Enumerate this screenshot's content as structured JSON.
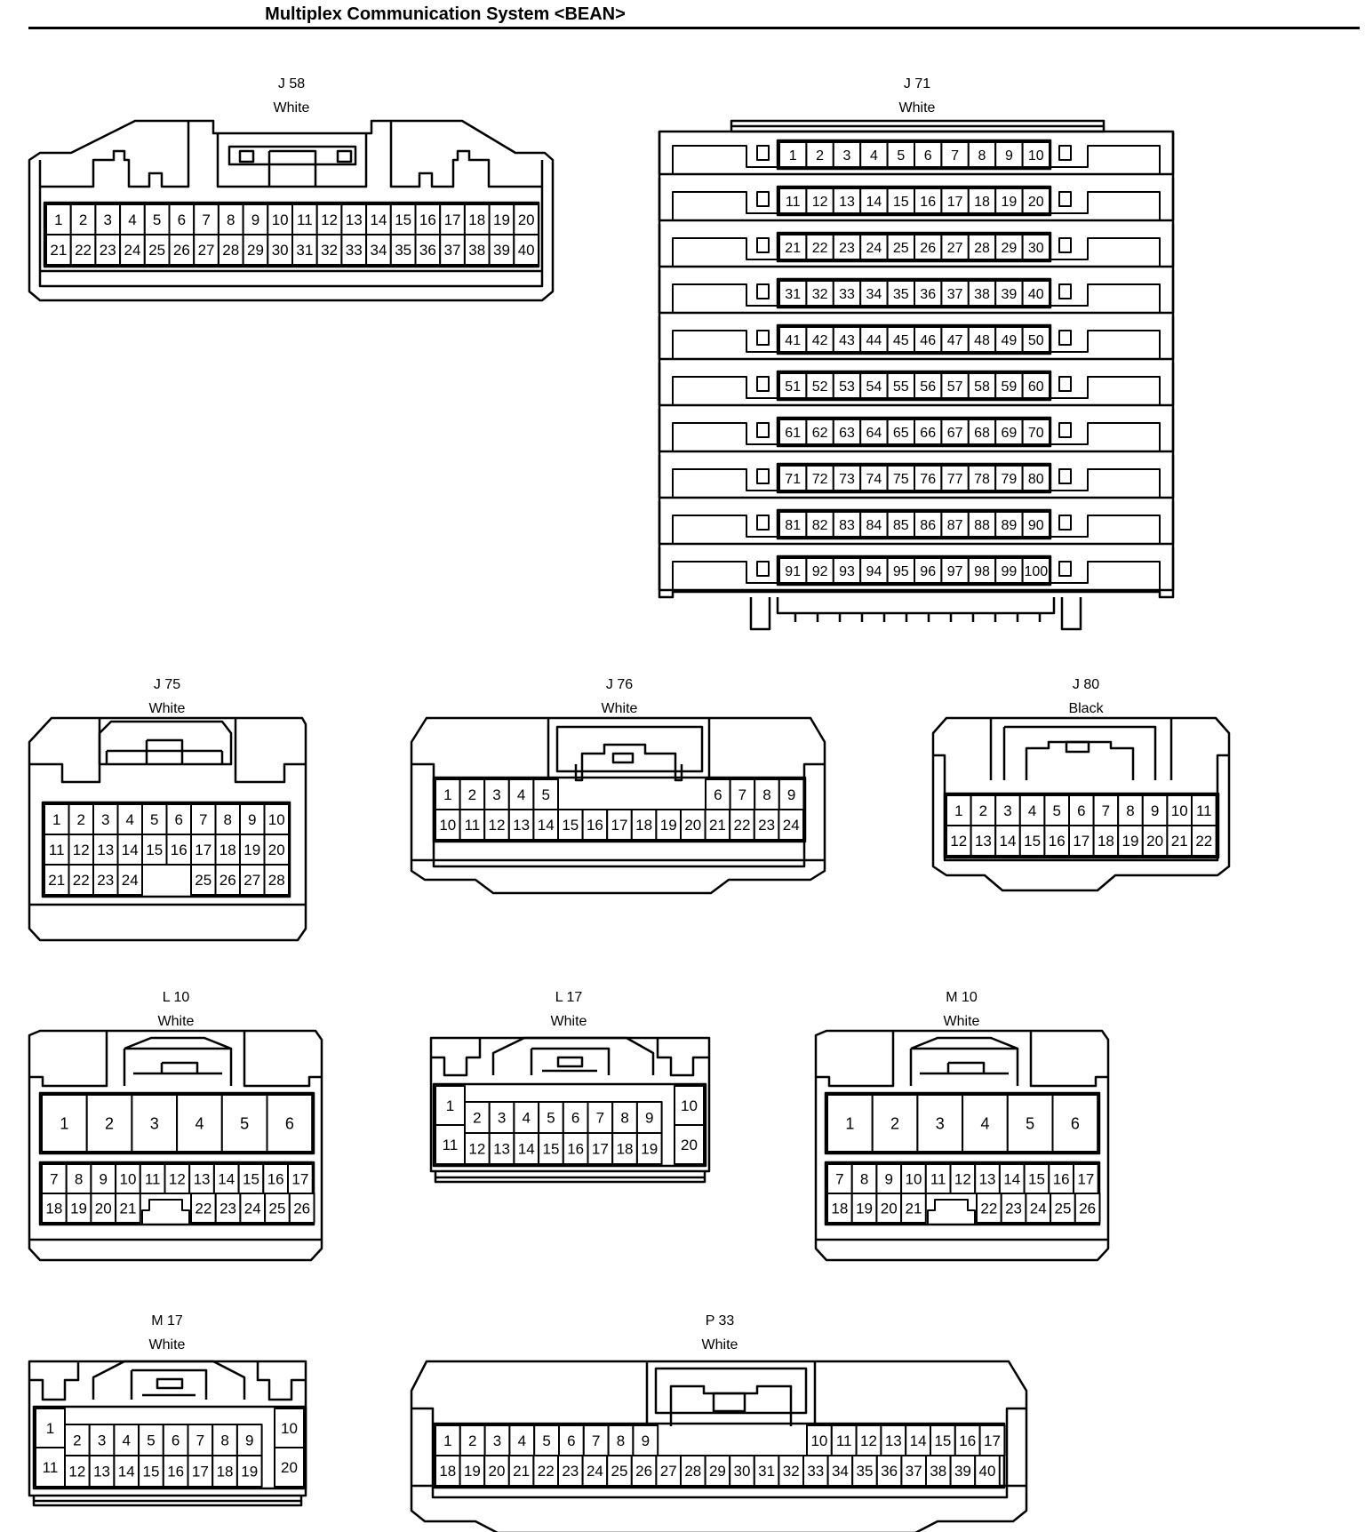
{
  "title": "Multiplex Communication System <BEAN>",
  "connectors": [
    {
      "id": "J58",
      "code": "J 58",
      "color": "White"
    },
    {
      "id": "J71",
      "code": "J 71",
      "color": "White"
    },
    {
      "id": "J75",
      "code": "J 75",
      "color": "White"
    },
    {
      "id": "J76",
      "code": "J 76",
      "color": "White"
    },
    {
      "id": "J80",
      "code": "J 80",
      "color": "Black"
    },
    {
      "id": "L10",
      "code": "L 10",
      "color": "White"
    },
    {
      "id": "L17",
      "code": "L 17",
      "color": "White"
    },
    {
      "id": "M10",
      "code": "M 10",
      "color": "White"
    },
    {
      "id": "M17",
      "code": "M 17",
      "color": "White"
    },
    {
      "id": "P33",
      "code": "P 33",
      "color": "White"
    }
  ]
}
